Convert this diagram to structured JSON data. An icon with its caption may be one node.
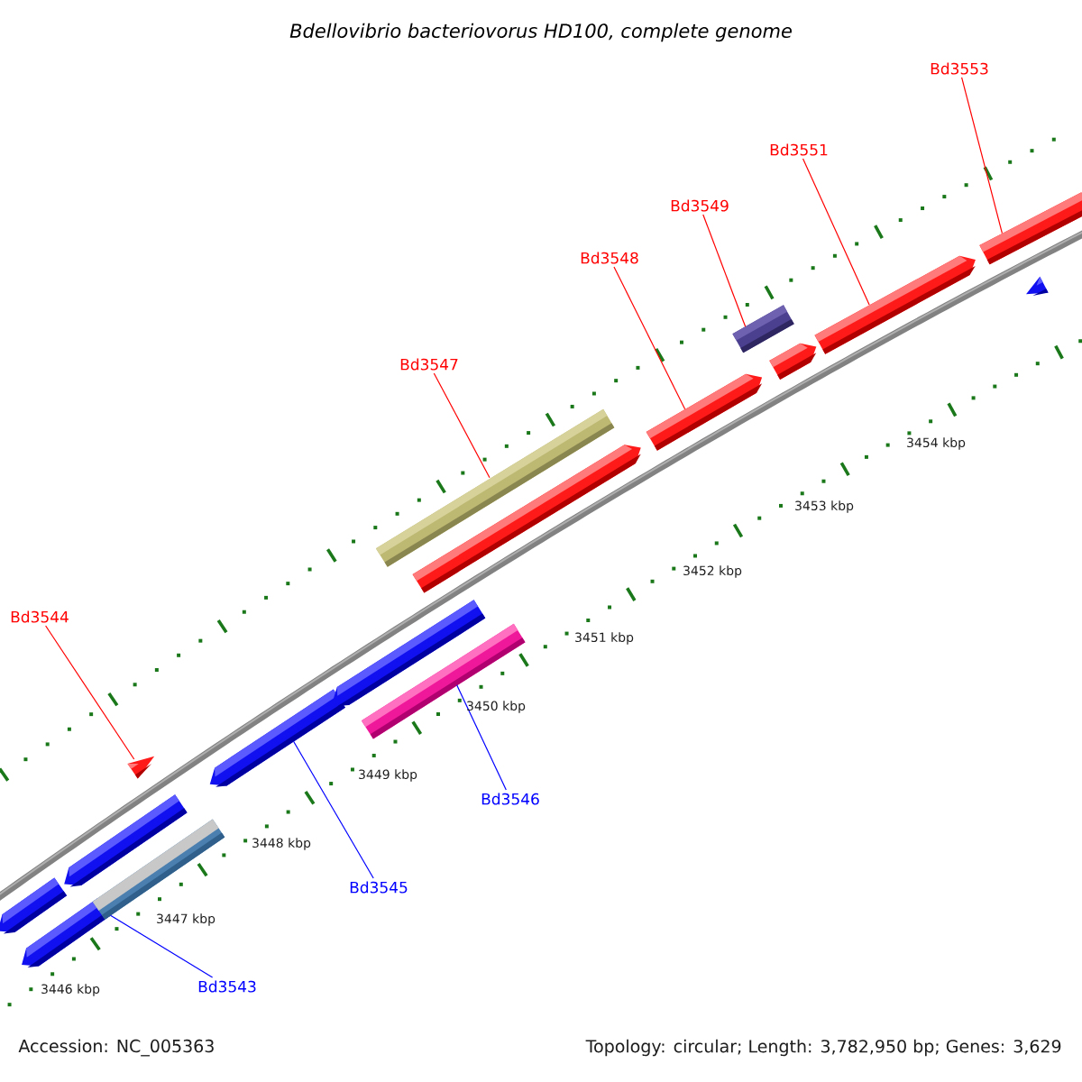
{
  "diagram": {
    "title": "Bdellovibrio bacteriovorus HD100, complete genome",
    "nodes": [
      {
        "text": [
          "Bd3553"
        ]
      },
      {
        "text": [
          "Bd3551"
        ]
      },
      {
        "text": [
          "Bd3549"
        ]
      },
      {
        "text": [
          "Bd3548"
        ]
      },
      {
        "text": [
          "Bd3547"
        ]
      },
      {
        "text": [
          "Bd3544"
        ]
      },
      {
        "text": [
          "Bd3546"
        ]
      },
      {
        "text": [
          "Bd3545"
        ]
      },
      {
        "text": [
          "Bd3543"
        ]
      },
      {
        "text": [],
        "shape": "bar"
      },
      {
        "text": [],
        "shape": "bar"
      },
      {
        "text": [],
        "shape": "bar"
      },
      {
        "text": [],
        "shape": "bar"
      },
      {
        "text": [],
        "shape": "bar"
      },
      {
        "text": [],
        "shape": "bar"
      },
      {
        "text": [],
        "shape": "bar"
      },
      {
        "text": [],
        "shape": "bar"
      },
      {
        "text": [],
        "shape": "bar"
      },
      {
        "text": [],
        "shape": "bar"
      },
      {
        "text": [],
        "shape": "bar"
      },
      {
        "text": [],
        "shape": "bar"
      },
      {
        "text": [],
        "shape": "bar"
      },
      {
        "text": [],
        "shape": "bar"
      },
      {
        "text": [],
        "shape": "bar"
      },
      {
        "text": [],
        "shape": "bar"
      }
    ],
    "edges": [
      {
        "from": 0,
        "to": 23,
        "arrow": "none"
      },
      {
        "from": 1,
        "to": 22,
        "arrow": "none"
      },
      {
        "from": 2,
        "to": 20,
        "arrow": "none"
      },
      {
        "from": 3,
        "to": 19,
        "arrow": "none"
      },
      {
        "from": 4,
        "to": 17,
        "arrow": "none"
      },
      {
        "from": 5,
        "to": 13,
        "arrow": "none"
      },
      {
        "from": 6,
        "to": 16,
        "arrow": "none",
        "color": "#0000ff"
      },
      {
        "from": 7,
        "to": 14,
        "arrow": "none",
        "color": "#0000ff"
      },
      {
        "from": 8,
        "to": 12,
        "arrow": "none",
        "color": "#0000ff"
      }
    ],
    "labels": [
      "3454 kbp",
      "3453 kbp",
      "3452 kbp",
      "3451 kbp",
      "3450 kbp",
      "3449 kbp",
      "3448 kbp",
      "3447 kbp",
      "3446 kbp",
      "Accession: NC_005363",
      "Topology: circular; Length: 3,782,950 bp; Genes: 3,629"
    ]
  }
}
